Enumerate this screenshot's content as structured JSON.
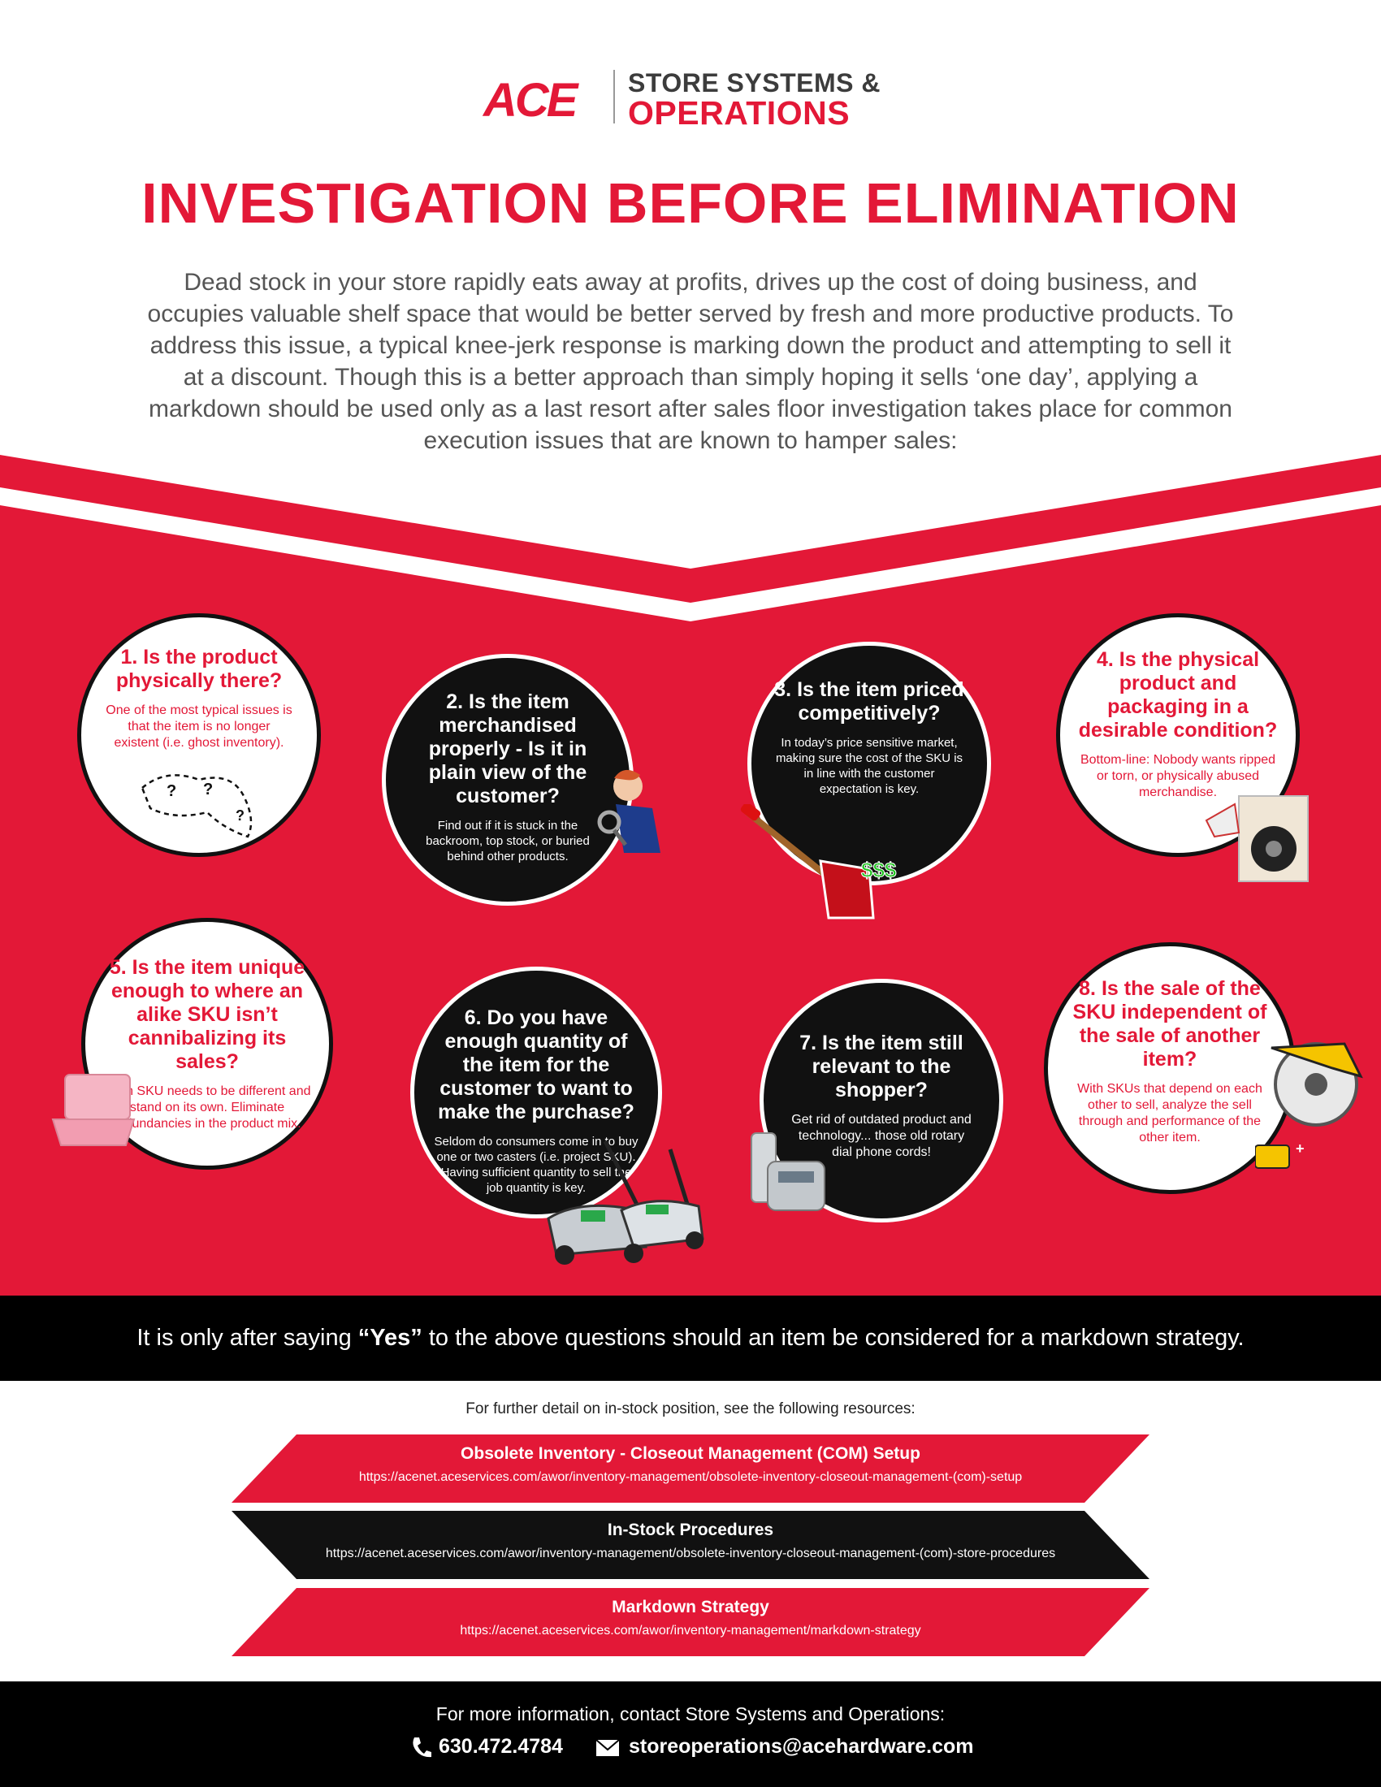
{
  "header": {
    "logo_text": "ACE",
    "brand_line1": "STORE SYSTEMS &",
    "brand_line2": "OPERATIONS"
  },
  "title": "INVESTIGATION BEFORE ELIMINATION",
  "intro": "Dead stock in your store rapidly eats away at profits, drives up the cost of doing business, and occupies valuable shelf space that would be better served by fresh and more productive products.  To address this issue, a typical knee-jerk response is marking down the product and attempting to sell it at a discount. Though this is a better approach than simply hoping it sells ‘one day’, applying a markdown should be used only as a last resort after sales floor investigation takes place for common execution issues that are known to hamper sales:",
  "questions": [
    {
      "title": "1. Is the product physically there?",
      "text": "One of the most typical issues is that the item is no longer existent (i.e. ghost inventory)."
    },
    {
      "title": "2. Is the item merchandised properly -  Is it in plain view of the customer?",
      "text": "Find out if it is stuck in the backroom, top stock, or buried behind other products."
    },
    {
      "title": "3. Is the item priced competitively?",
      "text": "In today’s price sensitive market, making sure the cost of the SKU is in line with the customer expectation is key."
    },
    {
      "title": "4. Is the physical product and packaging in a desirable condition?",
      "text": "Bottom-line: Nobody wants ripped or torn, or physically abused merchandise."
    },
    {
      "title": "5. Is the item unique enough to where an alike SKU isn’t cannibalizing its sales?",
      "text": "Each SKU needs to be different and stand on its own. Eliminate redundancies in the product mix."
    },
    {
      "title": "6. Do you have enough quantity of the item for the customer to want to make the purchase?",
      "text": "Seldom do consumers come in to buy one or two casters (i.e. project SKU). Having sufficient quantity to sell the job quantity is key."
    },
    {
      "title": "7. Is the item still relevant to the shopper?",
      "text": "Get rid of outdated product and technology... those old rotary dial phone cords!"
    },
    {
      "title": "8. Is the sale of the SKU independent of the sale of another item?",
      "text": "With SKUs that depend on each other to sell, analyze the sell through and performance of the other item."
    }
  ],
  "decor": {
    "question_marks": "?",
    "dollar_sign": "$$$",
    "plus_sign": "+"
  },
  "banner": {
    "before": "It is only after saying ",
    "emphasis": "“Yes”",
    "after": " to the above questions should an item be considered for a markdown strategy."
  },
  "resources": {
    "intro": "For further detail on in-stock position, see the following resources:",
    "items": [
      {
        "title": "Obsolete Inventory  - Closeout Management (COM) Setup",
        "url": "https://acenet.aceservices.com/awor/inventory-management/obsolete-inventory-closeout-management-(com)-setup",
        "color": "#e31837"
      },
      {
        "title": "In-Stock Procedures",
        "url": "https://acenet.aceservices.com/awor/inventory-management/obsolete-inventory-closeout-management-(com)-store-procedures",
        "color": "#111111"
      },
      {
        "title": "Markdown Strategy",
        "url": "https://acenet.aceservices.com/awor/inventory-management/markdown-strategy",
        "color": "#e31837"
      }
    ]
  },
  "footer": {
    "text": "For more information, contact Store Systems and Operations:",
    "phone": "630.472.4784",
    "email": "storeoperations@acehardware.com"
  },
  "colors": {
    "brand_red": "#e31837",
    "black": "#000000",
    "text_gray": "#555555"
  }
}
